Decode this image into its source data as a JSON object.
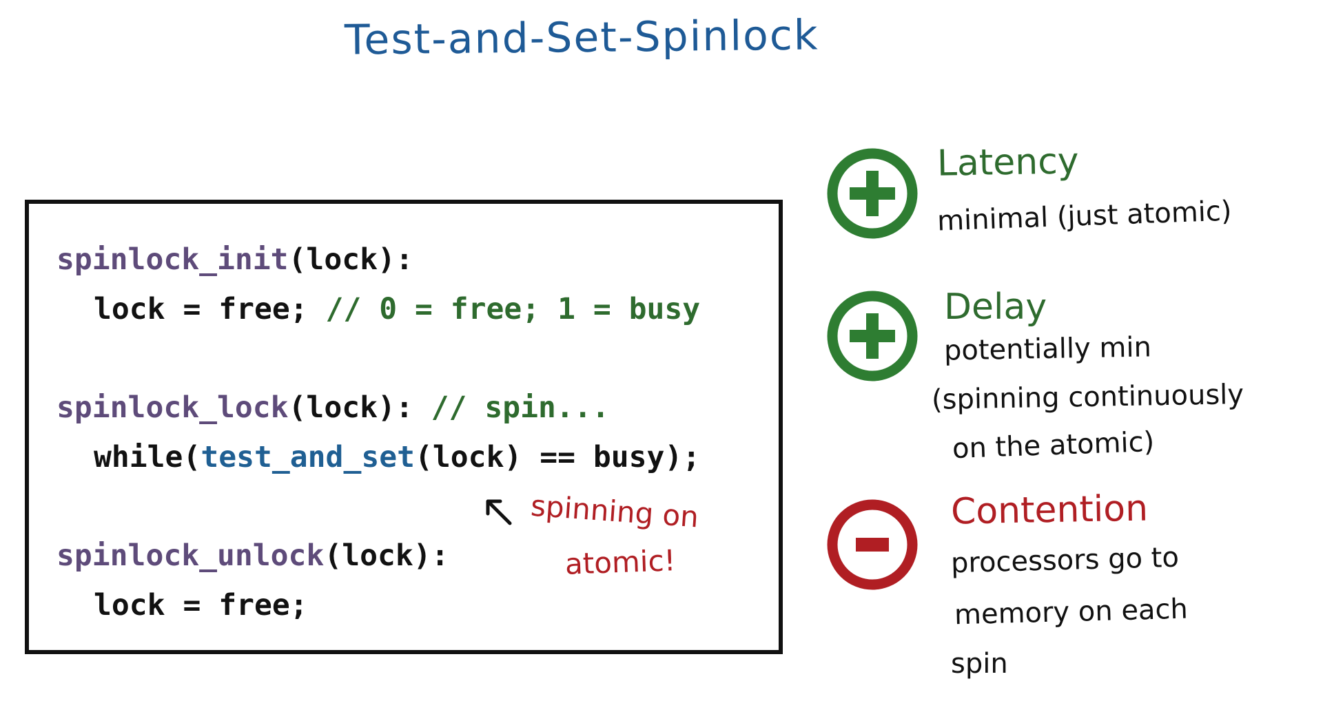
{
  "title": "Test-and-Set-Spinlock",
  "code": {
    "line1_fn": "spinlock_init",
    "line1_rest": "(lock):",
    "line2_code": "lock = free; ",
    "line2_comment": "// 0 = free; 1 = busy",
    "line3_fn": "spinlock_lock",
    "line3_rest": "(lock): ",
    "line3_comment": "// spin...",
    "line4_pre": "while(",
    "line4_call": "test_and_set",
    "line4_post": "(lock) == busy);",
    "line5_fn": "spinlock_unlock",
    "line5_rest": "(lock):",
    "line6_code": "lock = free;"
  },
  "annotation": {
    "line1": "spinning on",
    "line2": "atomic!"
  },
  "pros_cons": {
    "latency": {
      "symbol": "+",
      "heading": "Latency",
      "text": "minimal (just atomic)"
    },
    "delay": {
      "symbol": "+",
      "heading": "Delay",
      "line1": "potentially min",
      "line2": "(spinning continuously",
      "line3": "on the atomic)"
    },
    "contention": {
      "symbol": "-",
      "heading": "Contention",
      "line1": "processors go to",
      "line2": "memory on each",
      "line3": "spin"
    }
  },
  "colors": {
    "title": "#1e5a96",
    "pro": "#2e7d32",
    "con": "#b01e23",
    "comment": "#2e6b2e",
    "function": "#5e4b7a",
    "call": "#1f5f93"
  }
}
